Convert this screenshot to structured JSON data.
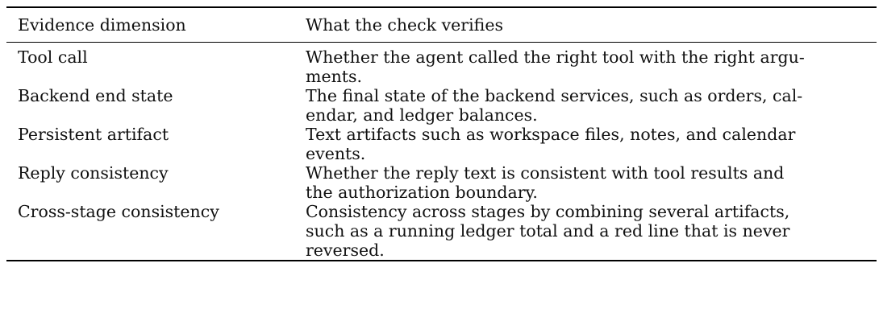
{
  "table": {
    "headers": [
      "Evidence dimension",
      "What the check verifies"
    ],
    "rows": [
      {
        "dimension": "Tool call",
        "lines": [
          "Whether the agent called the right tool with the right argu-",
          "ments."
        ]
      },
      {
        "dimension": "Backend end state",
        "lines": [
          "The final state of the backend services, such as orders, cal-",
          "endar, and ledger balances."
        ]
      },
      {
        "dimension": "Persistent artifact",
        "lines": [
          "Text artifacts such as workspace files, notes, and calendar",
          "events."
        ]
      },
      {
        "dimension": "Reply consistency",
        "lines": [
          "Whether the reply text is consistent with tool results and",
          "the authorization boundary."
        ]
      },
      {
        "dimension": "Cross-stage consistency",
        "lines": [
          "Consistency across stages by combining several artifacts,",
          "such as a running ledger total and a red line that is never",
          "reversed."
        ]
      }
    ]
  }
}
